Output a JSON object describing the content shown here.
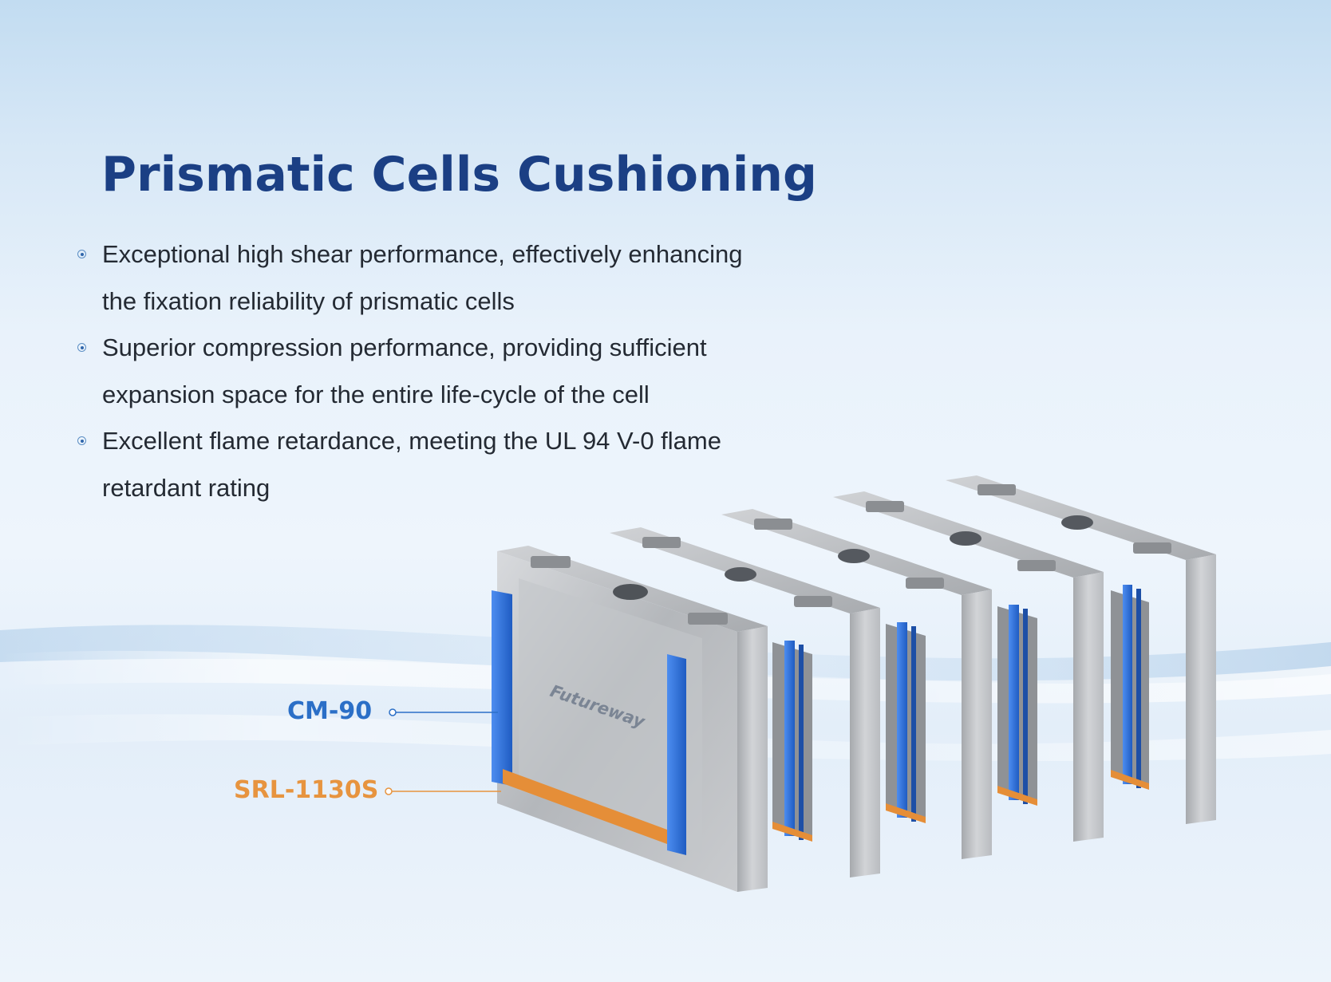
{
  "title": "Prismatic Cells Cushioning",
  "features": [
    {
      "line1": "Exceptional high shear performance, effectively enhancing",
      "line2": "the fixation reliability of prismatic cells"
    },
    {
      "line1": "Superior compression performance, providing sufficient",
      "line2": "expansion space for the entire life-cycle of the cell"
    },
    {
      "line1": "Excellent flame retardance, meeting the UL 94 V-0 flame",
      "line2": "retardant rating"
    }
  ],
  "callouts": {
    "cm90": "CM-90",
    "srl": "SRL-1130S"
  },
  "logo_text": "Futureway",
  "colors": {
    "title": "#1b3f84",
    "cm90_blue": "#2b6fc7",
    "srl_orange": "#e7943f",
    "pad_blue": "#2f73d6",
    "pad_orange": "#e58e38",
    "steel": "#b9bcc0"
  }
}
